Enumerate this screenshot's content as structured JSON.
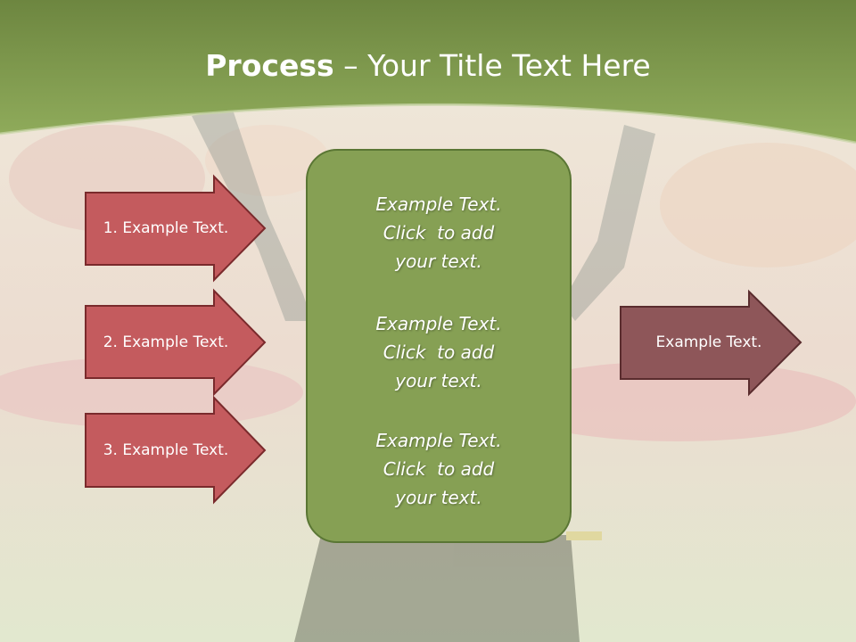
{
  "slide": {
    "title_bold": "Process",
    "title_rest": " – Your Title Text Here",
    "left_items": [
      {
        "label": "1. Example Text."
      },
      {
        "label": "2. Example Text."
      },
      {
        "label": "3. Example Text."
      }
    ],
    "center_blocks": [
      {
        "line1": "Example Text.",
        "line2": "Click  to add",
        "line3": "your text."
      },
      {
        "line1": "Example Text.",
        "line2": "Click  to add",
        "line3": "your text."
      },
      {
        "line1": "Example Text.",
        "line2": "Click  to add",
        "line3": "your text."
      }
    ],
    "right_item": {
      "label": "Example Text."
    }
  },
  "colors": {
    "header_green": "#7f9a4e",
    "box_green": "#86a054",
    "box_border": "#5a7634",
    "arrow_red": "#c45b5e",
    "arrow_border": "#7a2a2c",
    "arrow_brown": "#8e5659"
  }
}
